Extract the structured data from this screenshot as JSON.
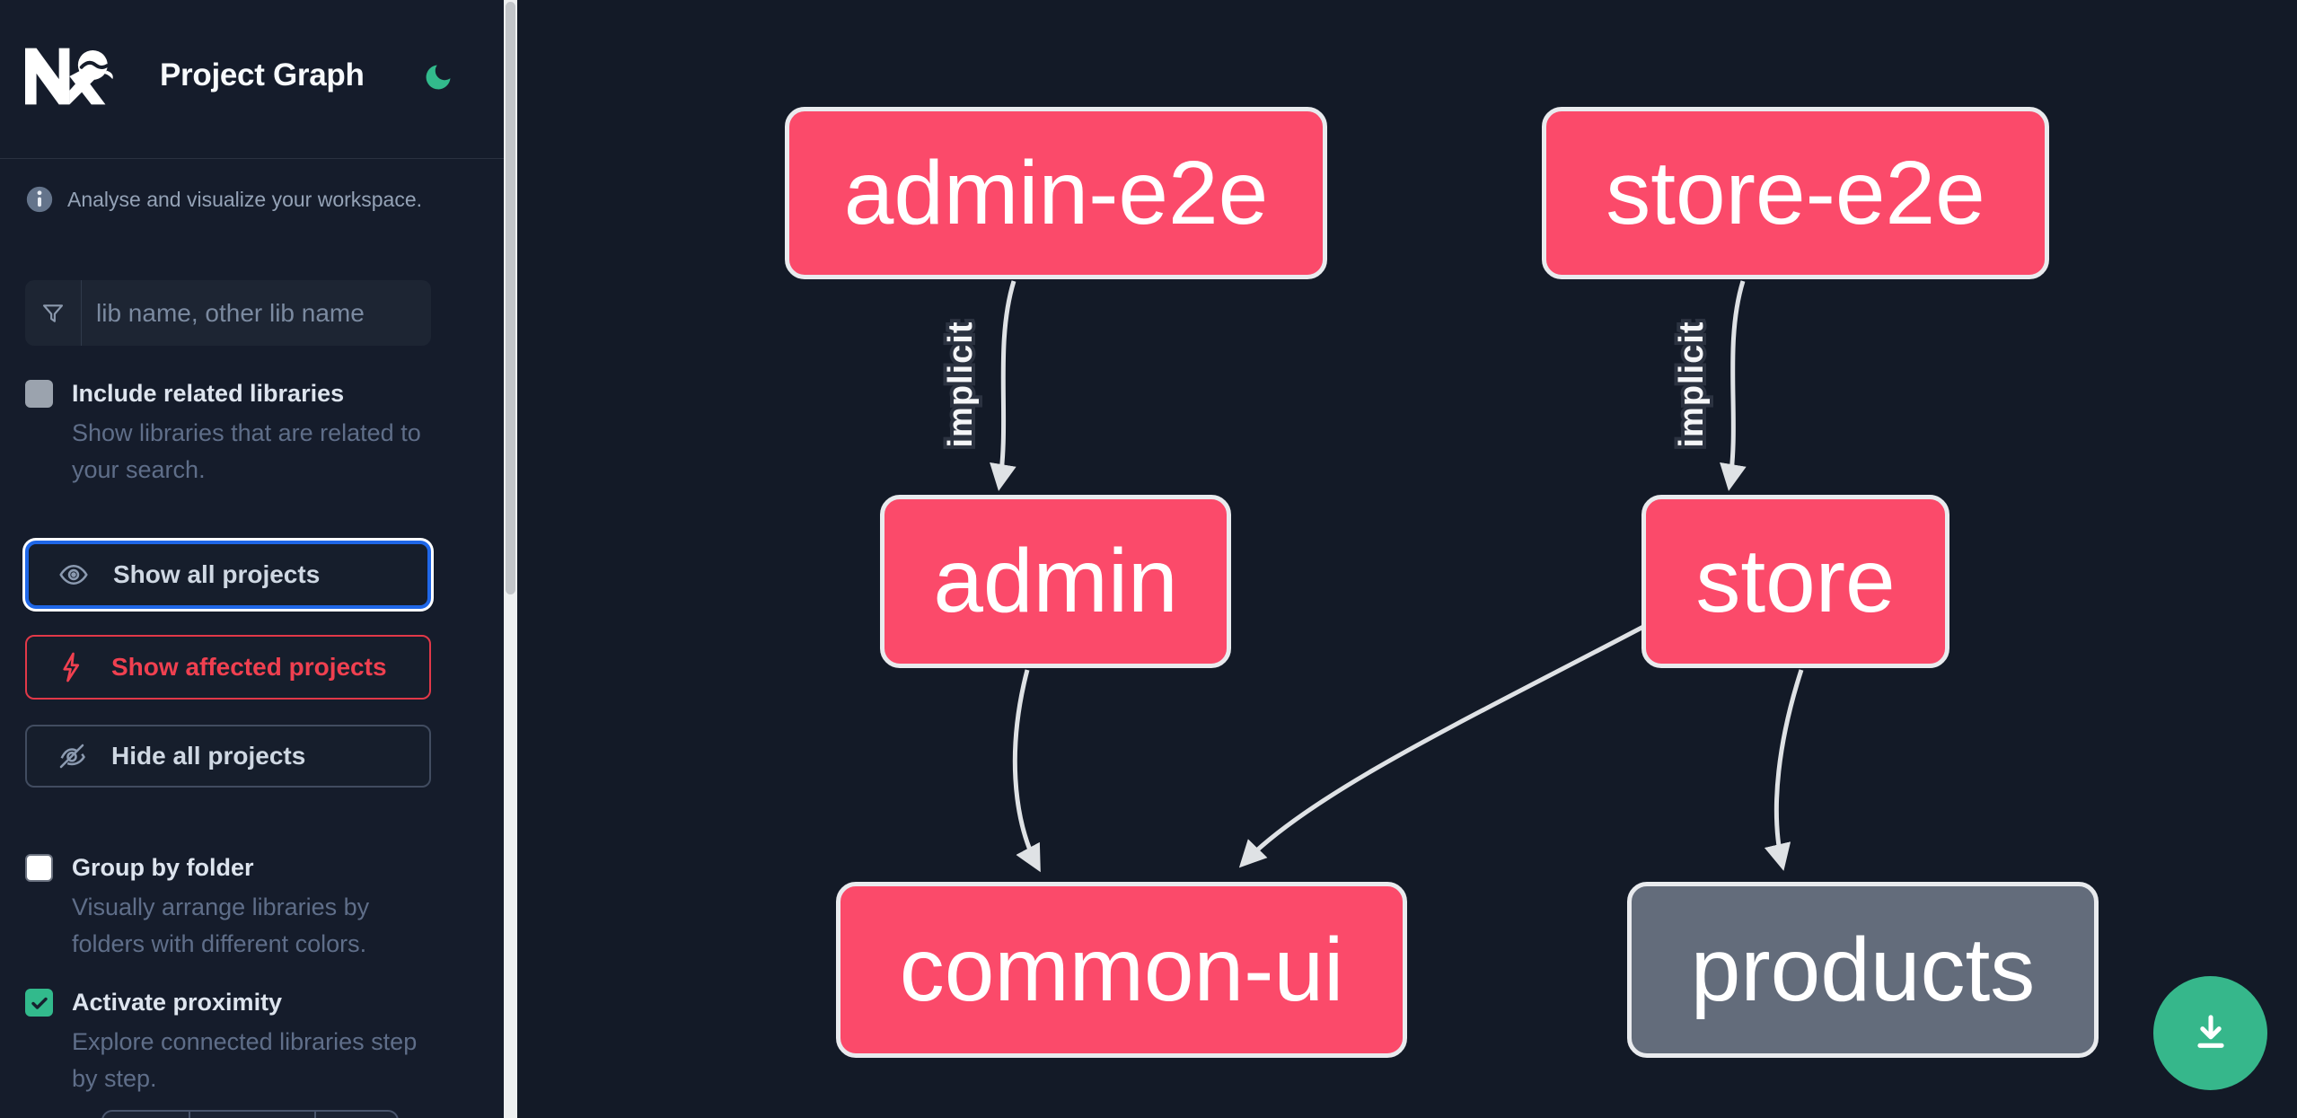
{
  "header": {
    "title": "Project Graph",
    "logo": "nx-logo",
    "theme_icon": "moon-icon"
  },
  "sidebar": {
    "tagline": "Analyse and visualize your workspace.",
    "search": {
      "placeholder": "lib name, other lib name",
      "icon": "funnel-icon"
    },
    "checkboxes": [
      {
        "label": "Include related libraries",
        "description": "Show libraries that are related to your search.",
        "checked": false
      },
      {
        "label": "Group by folder",
        "description": "Visually arrange libraries by folders with different colors.",
        "checked": false
      },
      {
        "label": "Activate proximity",
        "description": "Explore connected libraries step by step.",
        "checked": true
      }
    ],
    "buttons": [
      {
        "label": "Show all projects",
        "icon": "eye-icon",
        "state": "focused"
      },
      {
        "label": "Show affected projects",
        "icon": "bolt-icon",
        "state": "affected"
      },
      {
        "label": "Hide all projects",
        "icon": "eye-off-icon",
        "state": "default"
      }
    ]
  },
  "graph": {
    "nodes": [
      {
        "label": "admin-e2e",
        "status": "affected"
      },
      {
        "label": "store-e2e",
        "status": "affected"
      },
      {
        "label": "admin",
        "status": "affected"
      },
      {
        "label": "store",
        "status": "affected"
      },
      {
        "label": "common-ui",
        "status": "affected"
      },
      {
        "label": "products",
        "status": "normal"
      }
    ],
    "edges": [
      {
        "from": "admin-e2e",
        "to": "admin",
        "label": "implicit"
      },
      {
        "from": "store-e2e",
        "to": "store",
        "label": "implicit"
      },
      {
        "from": "admin",
        "to": "common-ui",
        "label": ""
      },
      {
        "from": "store",
        "to": "common-ui",
        "label": ""
      },
      {
        "from": "store",
        "to": "products",
        "label": ""
      }
    ]
  },
  "colors": {
    "affected_node": "#fb4a6a",
    "normal_node": "#636c7b",
    "accent_green": "#36b78b",
    "focus_blue": "#1f67e8",
    "affected_red": "#f04050",
    "background": "#131a27"
  }
}
